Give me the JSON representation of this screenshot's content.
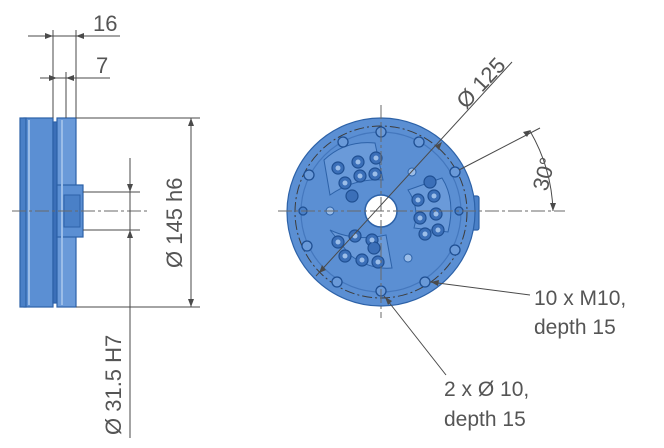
{
  "dimensions": {
    "width_16": "16",
    "width_7": "7",
    "outer_diameter": "Ø 145 h6",
    "bore_diameter": "Ø 31.5 H7",
    "bolt_circle": "Ø 125",
    "angle": "30°"
  },
  "callouts": {
    "threads_line1": "10 x M10,",
    "threads_line2": "depth 15",
    "pins_line1": "2 x Ø 10,",
    "pins_line2": "depth 15"
  },
  "colors": {
    "part_fill": "#5b8fd3",
    "part_dark": "#3b6fb8",
    "part_light": "#9bbde8",
    "edge": "#2d62a8",
    "dimension": "#4a4a4a"
  }
}
